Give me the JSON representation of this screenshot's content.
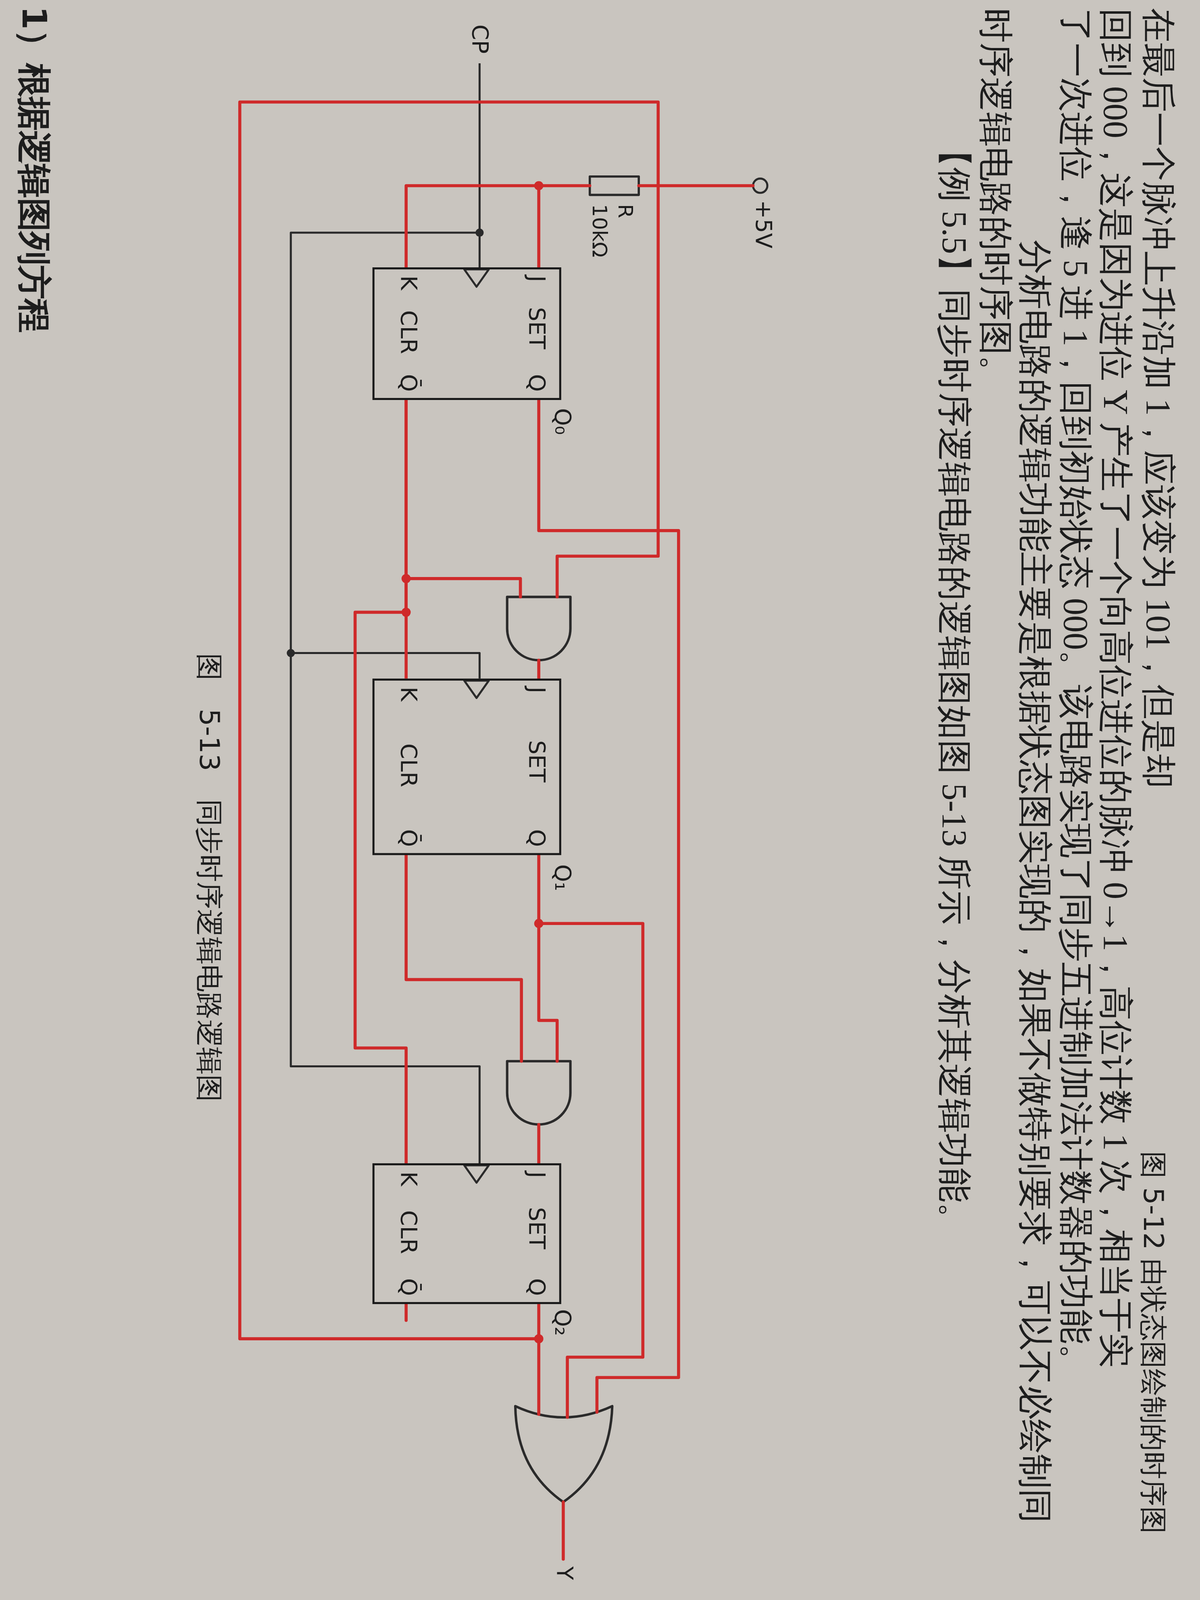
{
  "diagram": {
    "caption": "图 5-13 同步时序逻辑电路逻辑图",
    "nodes": [
      {
        "text": [
          "J",
          "SET",
          "Q",
          "K",
          "CLR",
          "Q̄"
        ]
      },
      {
        "text": [
          "J",
          "SET",
          "Q",
          "K",
          "CLR",
          "Q̄"
        ]
      },
      {
        "text": [
          "J",
          "SET",
          "Q",
          "K",
          "CLR",
          "Q̄"
        ]
      }
    ],
    "edges": [
      {
        "from": 0,
        "to": 1,
        "arrow": "none"
      },
      {
        "from": 0,
        "to": 2,
        "arrow": "none"
      }
    ],
    "labels": [
      "在最后一个脉冲上升沿加 1，应该变为 101，但是却",
      "图 5-12 由状态图绘制的时序图",
      "回到 000，这是因为进位 Y 产生了一个向高位进位的脉冲 0→1，高位计数 1 次，相当于实",
      "了一次进位，逢 5 进 1，回到初始状态 000。该电路实现了同步五进制加法计数器的功能。",
      "分析电路的逻辑功能主要是根据状态图实现的，如果不做特别要求，可以不必绘制同",
      "时序逻辑电路的时序图。",
      "【例 5.5】同步时序逻辑电路的逻辑图如图 5-13 所示，分析其逻辑功能。",
      "CP",
      "+5V",
      "R",
      "10kΩ",
      "Q₀",
      "Q₁",
      "Q₂",
      "Y",
      "1）根据逻辑图列方程"
    ]
  }
}
